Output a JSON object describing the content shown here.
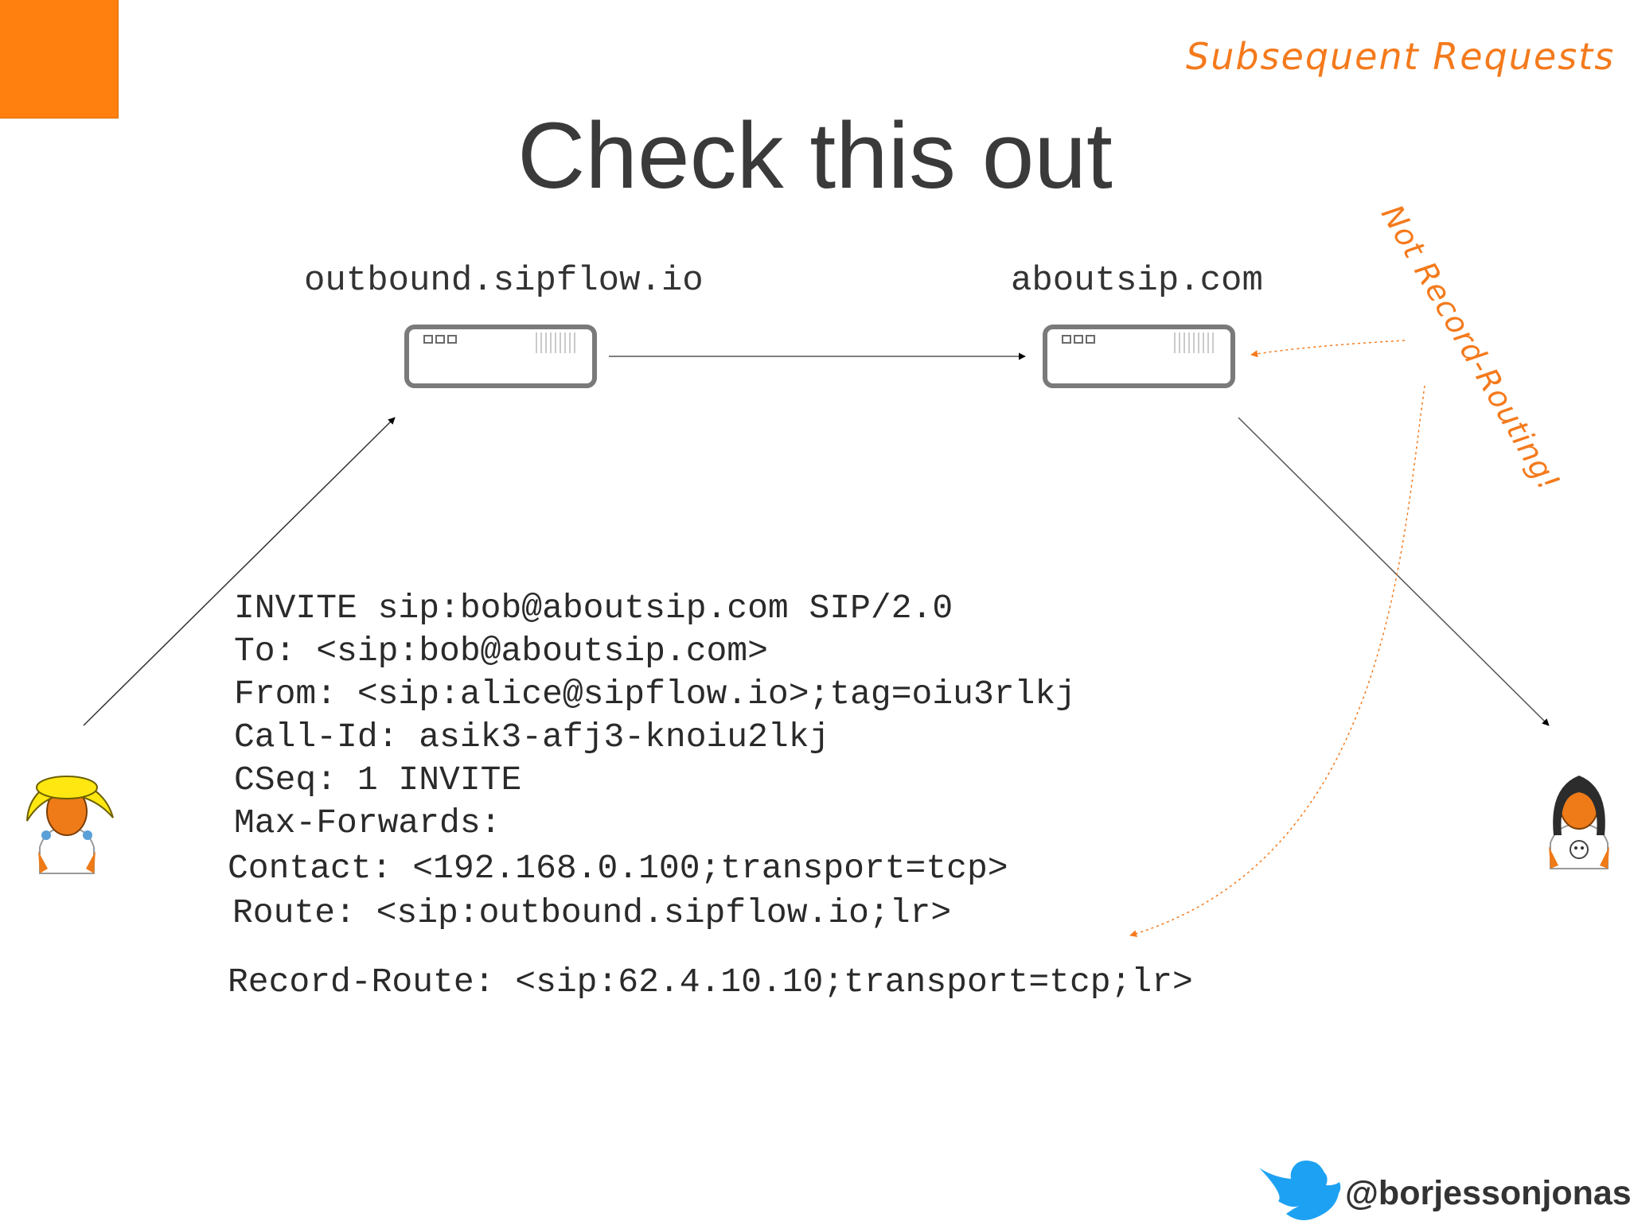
{
  "slide": {
    "section_label": "Subsequent Requests",
    "title": "Check this out",
    "twitter_handle": "@borjessonjonas"
  },
  "diagram": {
    "proxy_label": "outbound.sipflow.io",
    "server_label": "aboutsip.com",
    "annotation": "Not Record-Routing!"
  },
  "message": {
    "lines": [
      "INVITE sip:bob@aboutsip.com SIP/2.0",
      "To: <sip:bob@aboutsip.com>",
      "From: <sip:alice@sipflow.io>;tag=oiu3rlkj",
      "Call-Id: asik3-afj3-knoiu2lkj",
      "CSeq: 1 INVITE",
      "Max-Forwards:",
      "Contact: <192.168.0.100;transport=tcp>",
      "Route: <sip:outbound.sipflow.io;lr>",
      "Record-Route: <sip:62.4.10.10;transport=tcp;lr>"
    ]
  },
  "colors": {
    "accent": "#ff7f0f",
    "annotation": "#f47a1c",
    "twitter": "#1da1f2"
  }
}
